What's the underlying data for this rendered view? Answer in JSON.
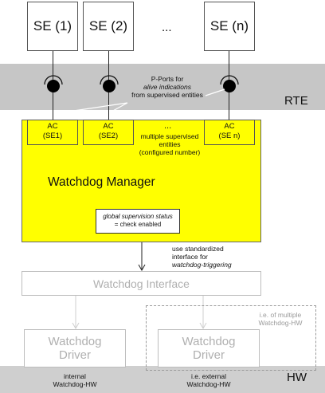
{
  "supervised_entities": [
    {
      "label": "SE (1)"
    },
    {
      "label": "SE (2)"
    },
    {
      "label": "SE (n)"
    }
  ],
  "se_ellipsis": "...",
  "rte": {
    "label": "RTE",
    "pports_note_line1": "P-Ports for",
    "pports_note_line2": "alive indications",
    "pports_note_line3": "from supervised entities"
  },
  "watchdog_manager": {
    "title": "Watchdog Manager",
    "ac_boxes": [
      {
        "line1": "AC",
        "line2": "(SE1)"
      },
      {
        "line1": "AC",
        "line2": "(SE2)"
      },
      {
        "line1": "AC",
        "line2": "(SE n)"
      }
    ],
    "ac_ellipsis": "...",
    "ac_note_line1": "multiple supervised",
    "ac_note_line2": "entities",
    "ac_note_line3": "(configured number)",
    "status_line1": "global supervision status",
    "status_line2": "= check enabled"
  },
  "interface_note": {
    "line1": "use standardized",
    "line2": "interface for",
    "line3": "watchdog-triggering"
  },
  "watchdog_interface": {
    "label": "Watchdog Interface"
  },
  "drivers": [
    {
      "line1": "Watchdog",
      "line2": "Driver"
    },
    {
      "line1": "Watchdog",
      "line2": "Driver"
    }
  ],
  "multiple_hw_note": {
    "line1": "i.e. of multiple",
    "line2": "Watchdog-HW"
  },
  "hw": {
    "label": "HW",
    "internal_line1": "internal",
    "internal_line2": "Watchdog-HW",
    "external_line1": "i.e. external",
    "external_line2": "Watchdog-HW"
  }
}
